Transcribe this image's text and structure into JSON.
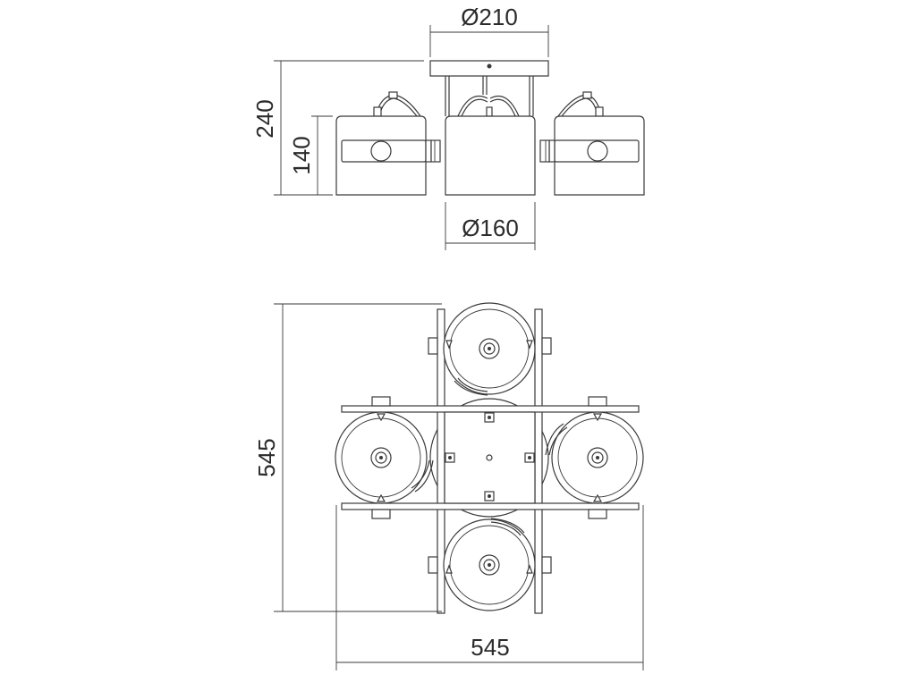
{
  "dimensions": {
    "top_canopy_diameter": "Ø210",
    "shade_diameter": "Ø160",
    "total_height": "240",
    "shade_height": "140",
    "plan_height": "545",
    "plan_width": "545"
  },
  "colors": {
    "line": "#3a3a3a",
    "text": "#2b2b2b",
    "background": "#ffffff"
  }
}
